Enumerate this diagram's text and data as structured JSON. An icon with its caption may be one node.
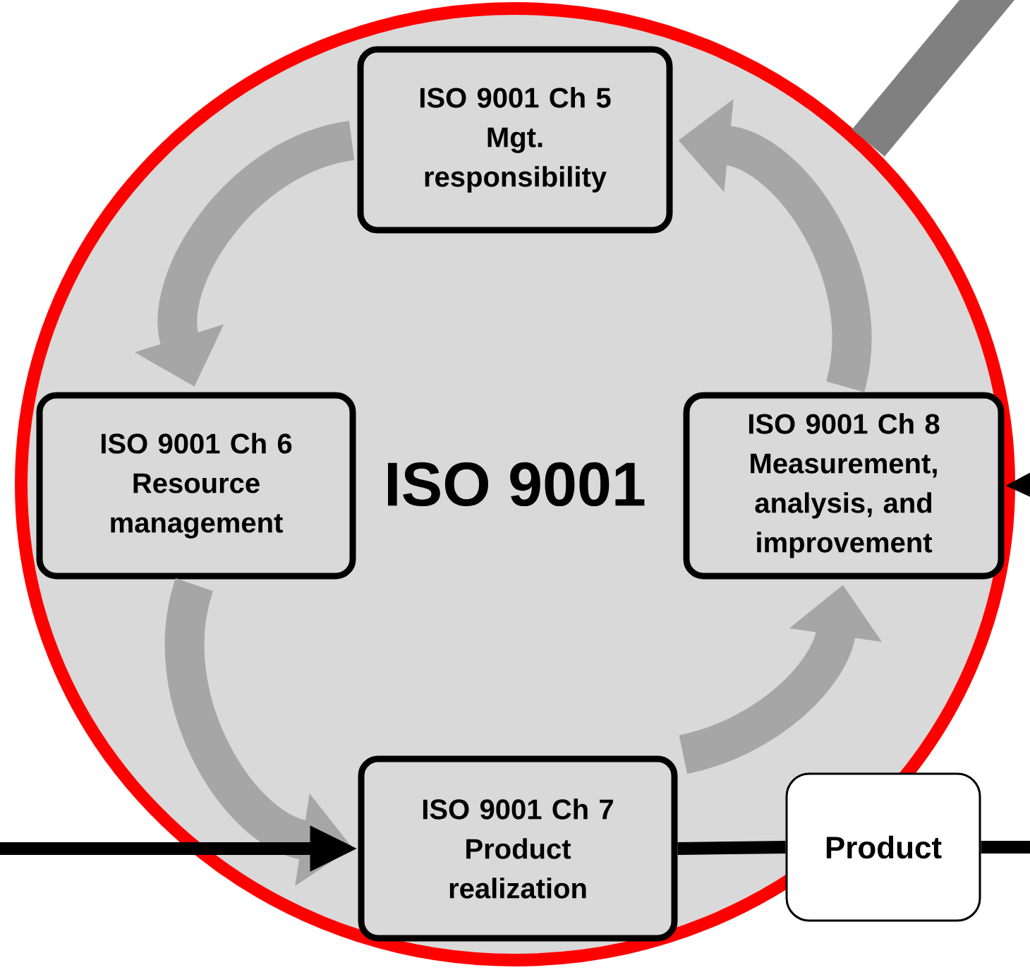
{
  "diagram": {
    "nodes": [
      {
        "text": [
          "ISO 9001"
        ]
      },
      {
        "text": [
          "ISO 9001 Ch 5",
          "Mgt. responsibility"
        ],
        "in": 0
      },
      {
        "text": [
          "ISO 9001 Ch 6",
          "Resource management"
        ],
        "in": 0
      },
      {
        "text": [
          "ISO 9001 Ch 8",
          "Measurement, analysis, and improvement"
        ],
        "in": 0
      },
      {
        "text": [
          "ISO 9001 Ch 7",
          "Product realization"
        ],
        "in": 0
      },
      {
        "text": [
          "Product"
        ]
      }
    ],
    "edges": [
      {
        "from": 1,
        "to": 2,
        "arrow": "to"
      },
      {
        "from": 2,
        "to": 4,
        "arrow": "to"
      },
      {
        "from": 4,
        "to": 3,
        "arrow": "to"
      },
      {
        "from": 3,
        "to": 1,
        "arrow": "to"
      },
      {
        "from": null,
        "to": 4,
        "arrow": "to",
        "color": "#000000"
      },
      {
        "from": 4,
        "to": 5,
        "arrow": "none",
        "color": "#000000"
      },
      {
        "from": 5,
        "to": null,
        "arrow": "none",
        "color": "#000000"
      },
      {
        "from": null,
        "to": 3,
        "arrow": "to",
        "color": "#000000"
      },
      {
        "from": 0,
        "to": null,
        "arrow": "none",
        "color": "#808080"
      }
    ]
  }
}
